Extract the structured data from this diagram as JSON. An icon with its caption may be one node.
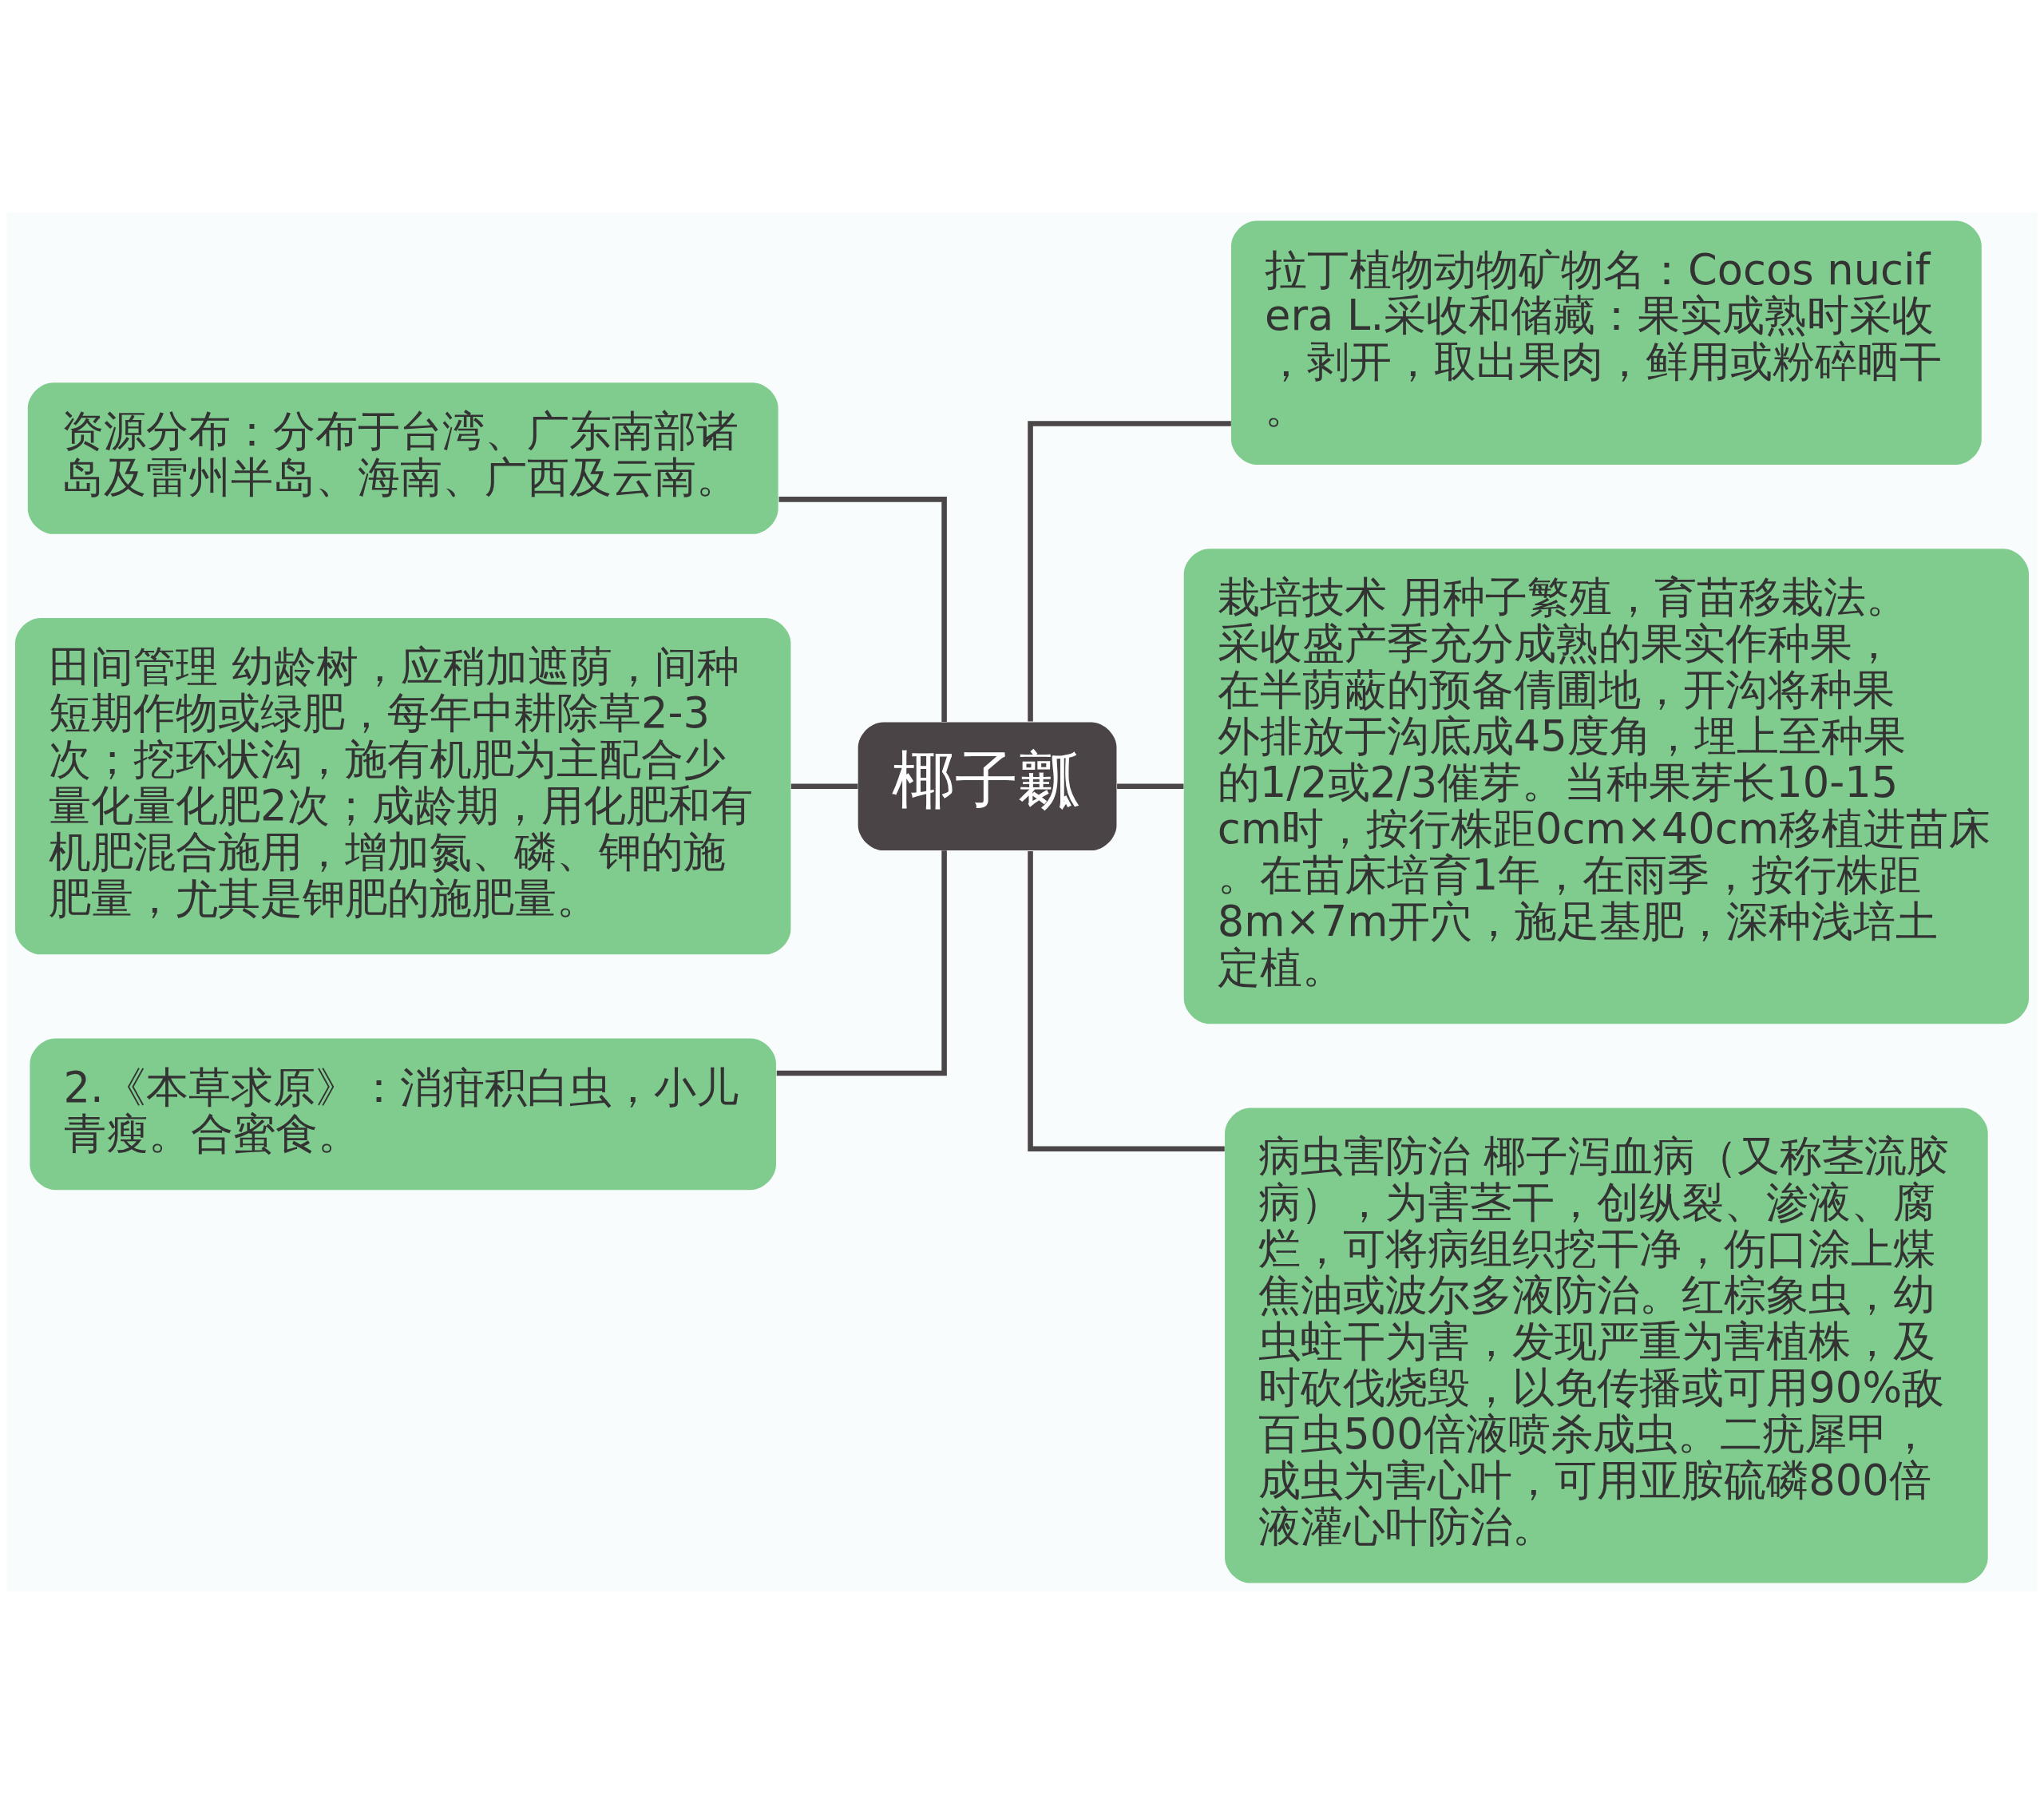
{
  "diagram": {
    "nodes": [
      {
        "text": [
          "椰子瓤"
        ]
      },
      {
        "text": [
          "拉丁植物动物矿物名：Cocos nucifera L.采收和储藏：果实成熟时采收，剥开，取出果肉，鲜用或粉碎晒干。"
        ]
      },
      {
        "text": [
          "栽培技术 用种子繁殖，育苗移栽法。采收盛产季充分成熟的果实作种果，在半荫蔽的预备倩圃地，开沟将种果外排放于沟底成45度角，埋上至种果的1/2或2/3催芽。当种果芽长10-15cm时，按行株距0cm×40cm移植进苗床。在苗床培育1年，在雨季，按行株距8m×7m开穴，施足基肥，深种浅培土定植。"
        ]
      },
      {
        "text": [
          "病虫害防治 椰子泻血病（又称茎流胶病），为害茎干，创纵裂、渗液、腐烂，可将病组织挖干净，伤口涂上煤焦油或波尔多液防治。红棕象虫，幼虫蛀干为害，发现严重为害植株，及时砍伐烧毁，以免传播或可用90%敌百虫500倍液喷杀成虫。二疣犀甲，成虫为害心叶，可用亚胺硫磷800倍液灌心叶防治。"
        ]
      },
      {
        "text": [
          "资源分布：分布于台湾、广东南部诸岛及雷州半岛、海南、广西及云南。"
        ]
      },
      {
        "text": [
          "田间管理 幼龄树，应稍加遮荫，间种短期作物或绿肥，每年中耕除草2-3次；挖环状沟，施有机肥为主配合少量化量化肥2次；成龄期，用化肥和有机肥混合施用，增加氮、磷、钾的施肥量，尤其是钾肥的施肥量。"
        ]
      },
      {
        "text": [
          "2.《本草求原》：消疳积白虫，小儿青瘦。合蜜食。"
        ]
      }
    ],
    "edges": [
      {
        "from": 0,
        "to": 1,
        "arrow": "none"
      },
      {
        "from": 0,
        "to": 2,
        "arrow": "none"
      },
      {
        "from": 0,
        "to": 3,
        "arrow": "none"
      },
      {
        "from": 0,
        "to": 4,
        "arrow": "none"
      },
      {
        "from": 0,
        "to": 5,
        "arrow": "none"
      },
      {
        "from": 0,
        "to": 6,
        "arrow": "none"
      }
    ]
  }
}
